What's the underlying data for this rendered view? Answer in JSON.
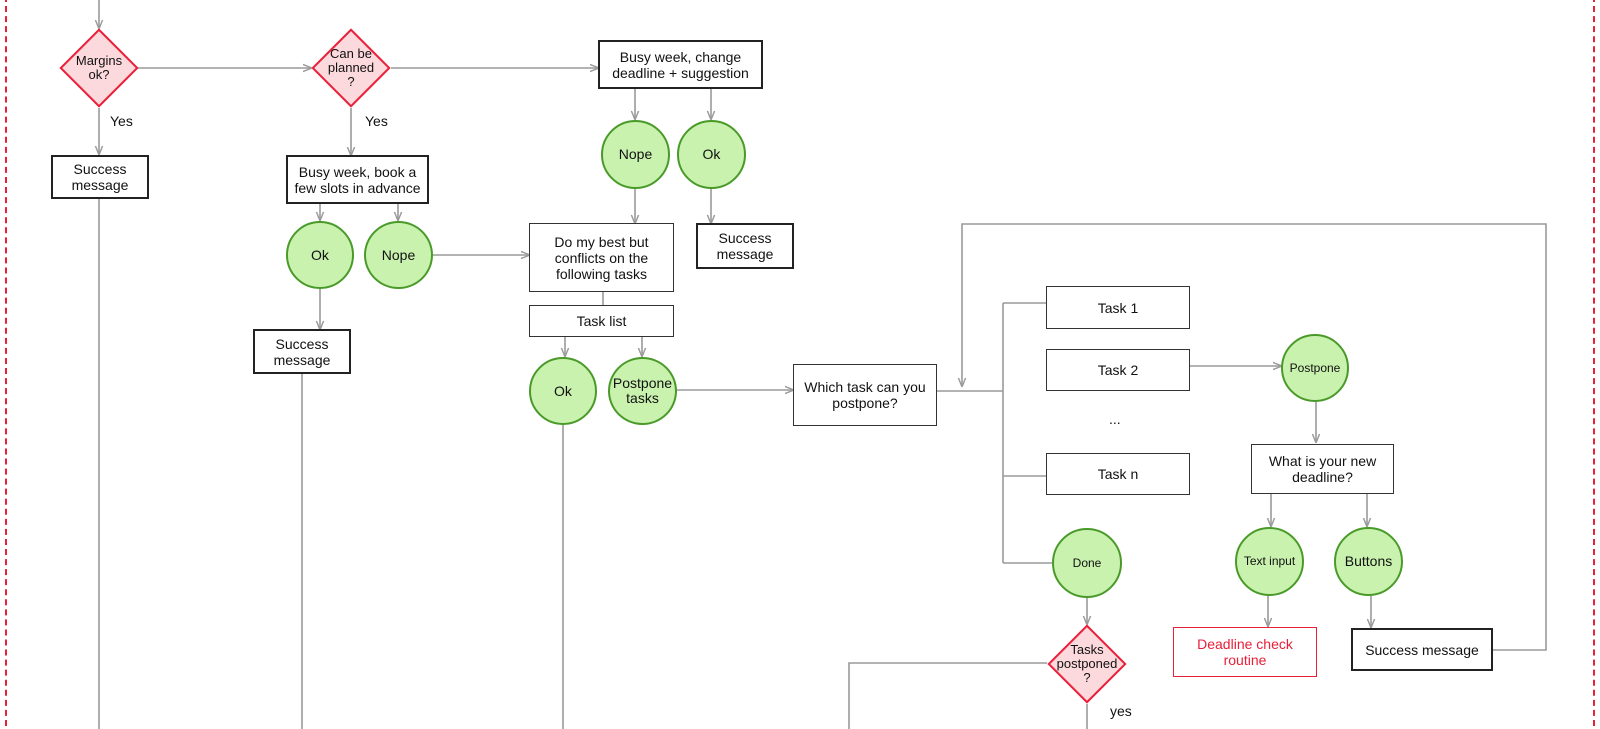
{
  "diagram": {
    "decisions": {
      "margins_ok": "Margins\nok?",
      "can_be_planned": "Can be\nplanned\n?",
      "tasks_postponed": "Tasks\npostponed\n?"
    },
    "boxes": {
      "success_1": "Success\nmessage",
      "busy_week_book": "Busy week, book a\nfew slots in advance",
      "success_2": "Success\nmessage",
      "busy_week_change": "Busy week, change\ndeadline + suggestion",
      "success_3": "Success\nmessage",
      "do_my_best": "Do my best but\nconflicts on the\nfollowing tasks",
      "task_list": "Task list",
      "which_task": "Which task can you\npostpone?",
      "task_1": "Task 1",
      "task_2": "Task 2",
      "task_n": "Task n",
      "new_deadline": "What is your new\ndeadline?",
      "deadline_check": "Deadline check\nroutine",
      "success_4": "Success message"
    },
    "choices": {
      "ok_1": "Ok",
      "nope_1": "Nope",
      "nope_2": "Nope",
      "ok_2": "Ok",
      "ok_3": "Ok",
      "postpone_tasks": "Postpone\ntasks",
      "postpone": "Postpone",
      "done": "Done",
      "text_input": "Text input",
      "buttons": "Buttons"
    },
    "labels": {
      "yes_1": "Yes",
      "yes_2": "Yes",
      "yes_3": "yes",
      "ellipsis": "..."
    },
    "colors": {
      "decision_fill": "#fcd9dc",
      "decision_border": "#e8203a",
      "choice_fill": "#c9f2ae",
      "choice_border": "#4a9a2a",
      "edge": "#9a9a9a",
      "frame": "#e8203a"
    }
  }
}
